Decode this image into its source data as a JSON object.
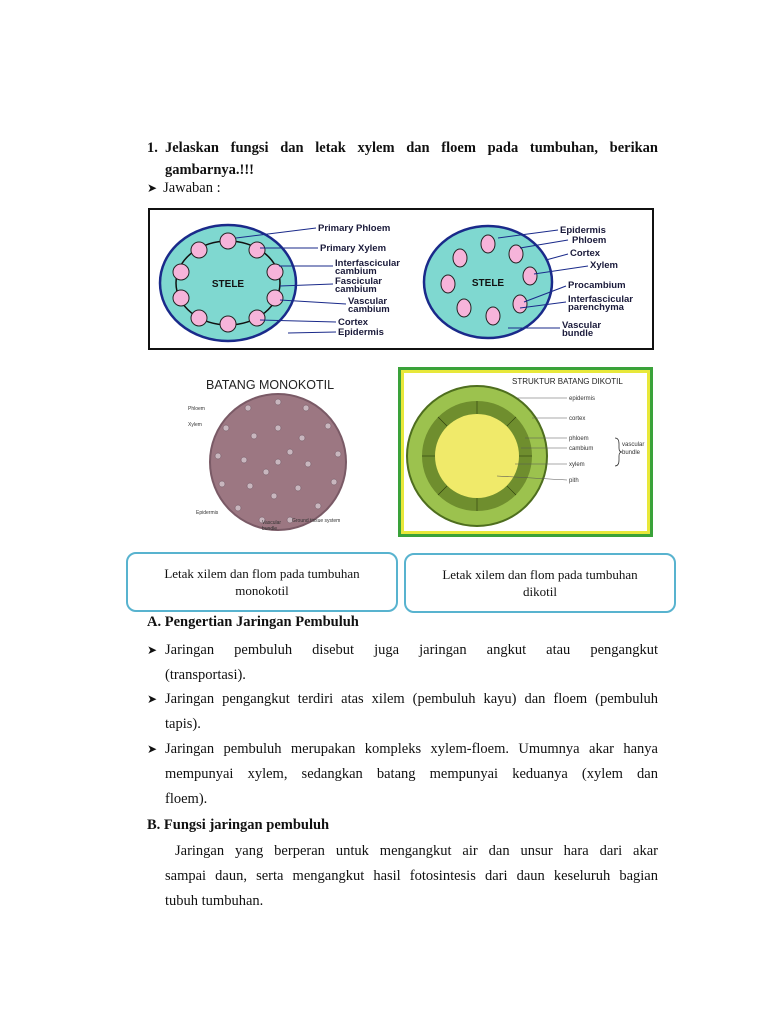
{
  "question": {
    "number": "1.",
    "line1": "Jelaskan fungsi dan letak xylem dan floem pada tumbuhan, berikan",
    "line2": "gambarnya.!!!"
  },
  "answer_label": "Jawaban :",
  "figure_top": {
    "left_labels": [
      "Primary Phloem",
      "Primary Xylem",
      "Interfascicular",
      "cambium",
      "Fascicular",
      "cambium",
      "Vascular",
      "cambium",
      "Cortex",
      "Epidermis"
    ],
    "left_center": "STELE",
    "right_labels": [
      "Epidermis",
      "Phloem",
      "Cortex",
      "Xylem",
      "Procambium",
      "Interfascicular",
      "parenchyma",
      "Vascular",
      "bundle"
    ],
    "right_center": "STELE"
  },
  "figure_mono": {
    "title": "BATANG MONOKOTIL",
    "labels": [
      "Phloem",
      "Xylem",
      "Epidermis",
      "Vascular",
      "bundle",
      "Ground tissue system"
    ]
  },
  "figure_dikot": {
    "title": "STRUKTUR BATANG DIKOTIL",
    "labels": [
      "epidermis",
      "cortex",
      "phloem",
      "cambium",
      "xylem",
      "pith",
      "vascular",
      "bundle"
    ]
  },
  "captions": {
    "mono": "Letak xilem dan flom pada tumbuhan monokotil",
    "dikot": "Letak xilem dan flom pada tumbuhan dikotil"
  },
  "section_a": {
    "title": "A. Pengertian Jaringan Pembuluh",
    "b1_line1": "Jaringan pembuluh disebut juga jaringan angkut atau pengangkut",
    "b1_line2": "(transportasi).",
    "b2_line1": "Jaringan pengangkut terdiri atas xilem (pembuluh kayu) dan floem (pembuluh",
    "b2_line2": "tapis).",
    "b3_line1": "Jaringan pembuluh merupakan kompleks xylem-floem. Umumnya akar hanya",
    "b3_line2": "mempunyai xylem, sedangkan batang mempunyai keduanya (xylem dan",
    "b3_line3": "floem)."
  },
  "section_b": {
    "title": "B. Fungsi jaringan pembuluh",
    "p_line1": "Jaringan yang berperan untuk mengangkut air dan unsur hara dari akar",
    "p_line2": "sampai daun, serta mengangkut hasil fotosintesis dari daun keseluruh bagian",
    "p_line3": "tubuh tumbuhan."
  },
  "colors": {
    "caption_border": "#58b3cf",
    "stele_fill": "#7fd8d0",
    "frame_green": "#3aa23a",
    "frame_yellow": "#e8e83a"
  }
}
